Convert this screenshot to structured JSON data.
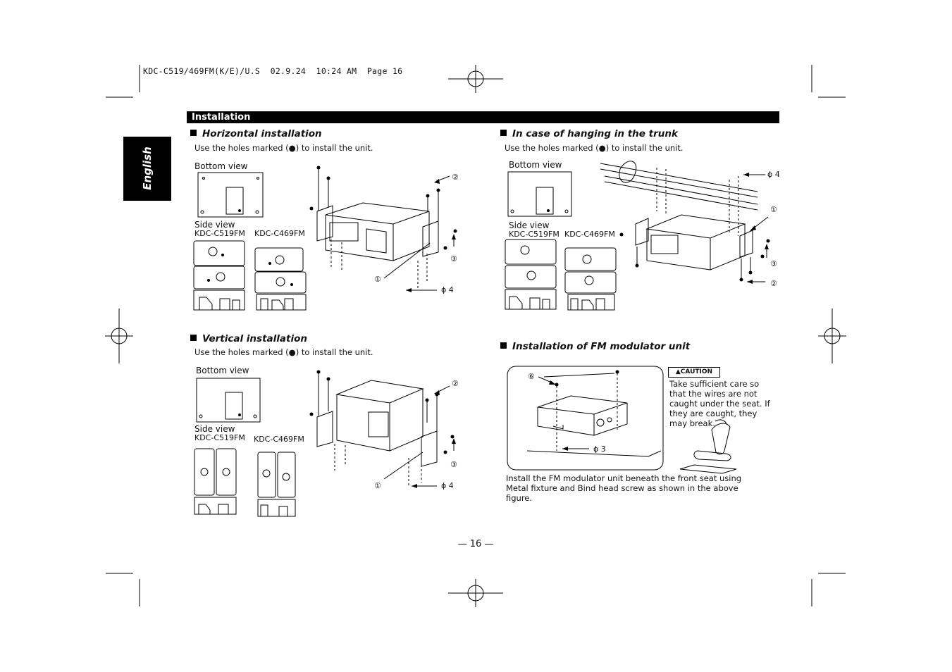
{
  "header": {
    "slug": "KDC-C519/469FM(K/E)/U.S  02.9.24  10:24 AM  Page 16"
  },
  "section": {
    "title": "Installation"
  },
  "language_tab": {
    "label": "English"
  },
  "horizontal": {
    "heading": "Horizontal installation",
    "instruction": "Use the holes marked (●) to install the unit.",
    "bottom_view": "Bottom view",
    "side_view": "Side view",
    "model_a": "KDC-C519FM",
    "model_b": "KDC-C469FM",
    "callout_1": "①",
    "callout_2": "②",
    "callout_3": "③",
    "hole_size": "ϕ 4"
  },
  "vertical": {
    "heading": "Vertical installation",
    "instruction": "Use the holes marked (●) to install the unit.",
    "bottom_view": "Bottom view",
    "side_view": "Side view",
    "model_a": "KDC-C519FM",
    "model_b": "KDC-C469FM",
    "callout_1": "①",
    "callout_2": "②",
    "callout_3": "③",
    "hole_size": "ϕ 4"
  },
  "trunk": {
    "heading": "In case of hanging in the trunk",
    "instruction": "Use the holes marked (●) to install the unit.",
    "bottom_view": "Bottom view",
    "side_view": "Side view",
    "model_a": "KDC-C519FM",
    "model_b": "KDC-C469FM",
    "callout_1": "①",
    "callout_2": "②",
    "callout_3": "③",
    "hole_size": "ϕ 4"
  },
  "fm": {
    "heading": "Installation of FM modulator unit",
    "callout_6": "⑥",
    "hole_size": "ϕ 3",
    "description": "Install the FM modulator unit beneath the front seat using Metal fixture and Bind head screw as shown in the above figure."
  },
  "caution": {
    "badge": "▲CAUTION",
    "text": "Take sufficient care so that the wires are not caught under the seat. If they are caught, they may break."
  },
  "footer": {
    "page_number": "— 16 —"
  }
}
